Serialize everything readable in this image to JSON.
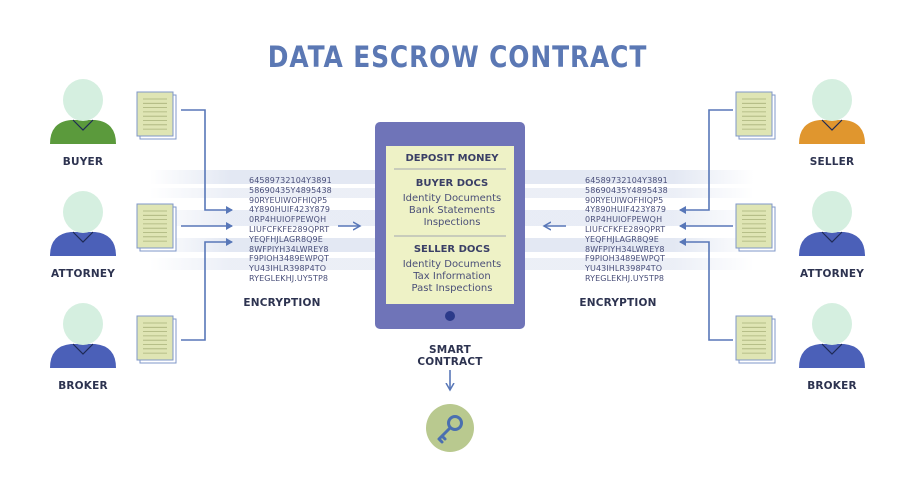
{
  "title": "DATA ESCROW CONTRACT",
  "parties_left": [
    "BUYER",
    "ATTORNEY",
    "BROKER"
  ],
  "parties_right": [
    "SELLER",
    "ATTORNEY",
    "BROKER"
  ],
  "encryption_label": "ENCRYPTION",
  "smart_contract_label": "SMART CONTRACT",
  "hash_lines": [
    "64589732104Y3891",
    "58690435Y4895438",
    "90RYEUIWOFHIQP5",
    "4Y890HUIF423Y879",
    "0RP4HUIOFPEWQH",
    "LIUFCFKFE289QPRT",
    "YEQFHJLAGR8Q9E",
    "8WFPIYH34LWREY8",
    "F9PIOH3489EWPQT",
    "YU43IHLR398P4TO",
    "RYEGLEKHJ.UY5TP8"
  ],
  "screen": {
    "deposit": "DEPOSIT MONEY",
    "buyer_docs": {
      "heading": "BUYER DOCS",
      "items": [
        "Identity Documents",
        "Bank Statements",
        "Inspections"
      ]
    },
    "seller_docs": {
      "heading": "SELLER DOCS",
      "items": [
        "Identity Documents",
        "Tax Information",
        "Past Inspections"
      ]
    }
  },
  "colors": {
    "title": "#5b78b4",
    "tablet": "#6f74b8",
    "screen": "#eef2c6",
    "arrow": "#5877b8",
    "doc": "#dfe5b4",
    "head": "#d5efe0",
    "buyer_body": "#5b9a3c",
    "seller_body": "#e0962e",
    "default_body": "#4b60b8",
    "key_circle": "#b9c98f",
    "key_icon": "#4a6fb0"
  }
}
